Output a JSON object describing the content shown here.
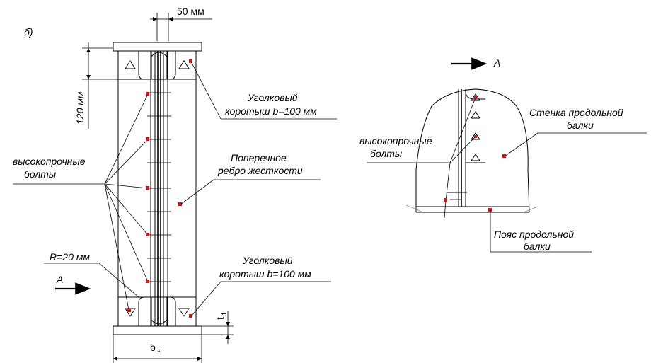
{
  "left_view": {
    "variant_label": "б)",
    "dim_top": "50 мм",
    "dim_vertical": "120 мм",
    "bolts_label": [
      "высокопрочные",
      "болты"
    ],
    "angle_top_label": [
      "Уголковый",
      "коротыш b=100 мм"
    ],
    "stiffener_label": [
      "Поперечное",
      "ребро жесткости"
    ],
    "radius_label": "R=20 мм",
    "view_arrow_label": "A",
    "angle_bottom_label": [
      "Уголковый",
      "коротыш b=100 мм"
    ],
    "dim_tf_main": "t",
    "dim_tf_sub": "f",
    "dim_bf_main": "b",
    "dim_bf_sub": "f"
  },
  "right_view": {
    "view_arrow_label": "A",
    "web_label": [
      "Стенка продольной",
      "балки"
    ],
    "bolts_label": [
      "высокопрочные",
      "болты"
    ],
    "flange_label": [
      "Пояс продольной",
      "балки"
    ]
  },
  "colors": {
    "marker": "#e01010",
    "line": "#000000"
  }
}
